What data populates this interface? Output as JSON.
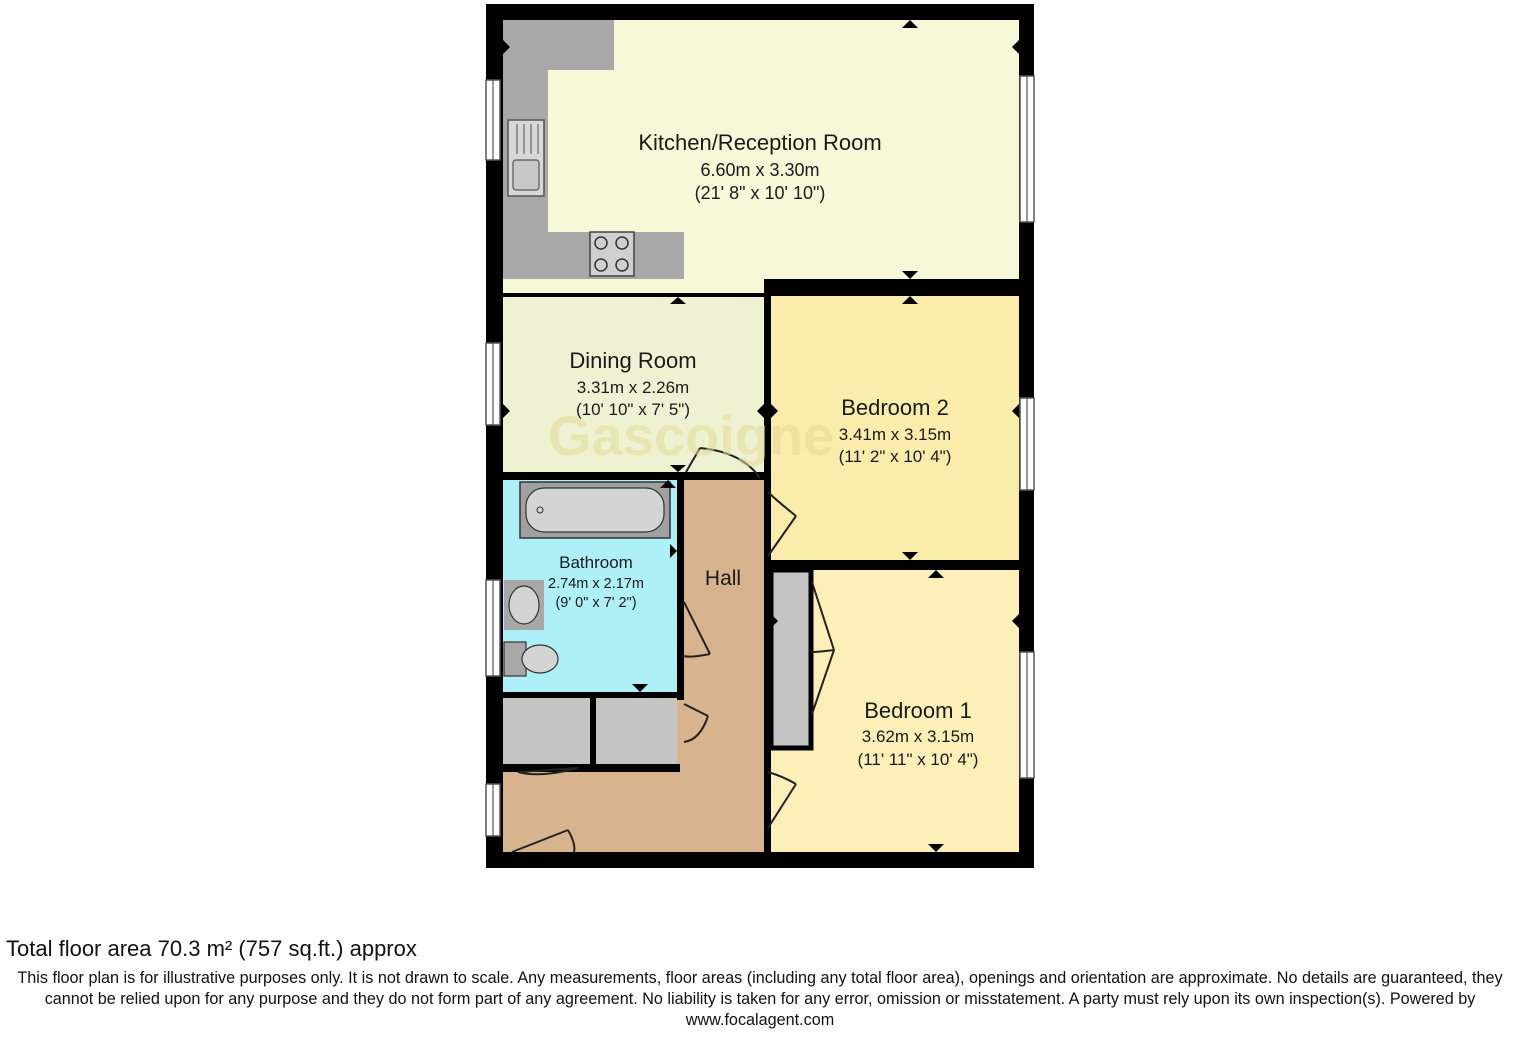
{
  "rooms": {
    "kitchen": {
      "name": "Kitchen/Reception Room",
      "metric": "6.60m x 3.30m",
      "imperial": "(21' 8\" x 10' 10\")",
      "color": "#f6f8d8"
    },
    "dining": {
      "name": "Dining Room",
      "metric": "3.31m x 2.26m",
      "imperial": "(10' 10\" x 7' 5\")",
      "color": "#eef2d2"
    },
    "bedroom2": {
      "name": "Bedroom 2",
      "metric": "3.41m x 3.15m",
      "imperial": "(11' 2\" x 10' 4\")",
      "color": "#faecaa"
    },
    "bathroom": {
      "name": "Bathroom",
      "metric": "2.74m x 2.17m",
      "imperial": "(9' 0\" x 7' 2\")",
      "color": "#aef0f8"
    },
    "hall": {
      "name": "Hall",
      "color": "#d8b48e"
    },
    "bedroom1": {
      "name": "Bedroom 1",
      "metric": "3.62m x 3.15m",
      "imperial": "(11' 11\" x 10' 4\")",
      "color": "#fcefb8"
    }
  },
  "watermark": {
    "text": "Gascoigne",
    "color": "#e6dc96"
  },
  "colors": {
    "wall": "#000000",
    "fixture": "#a8a8a8",
    "cupboard": "#c4c4c4"
  },
  "footer": {
    "total_area": "Total floor area 70.3 m² (757 sq.ft.) approx",
    "disclaimer": "This floor plan is for illustrative purposes only. It is not drawn to scale. Any measurements, floor areas (including any total floor area), openings and orientation are approximate. No details are guaranteed, they cannot be relied upon for any purpose and they do not form part of any agreement. No liability is taken for any error, omission or misstatement. A party must rely upon its own inspection(s). Powered by www.focalagent.com"
  }
}
